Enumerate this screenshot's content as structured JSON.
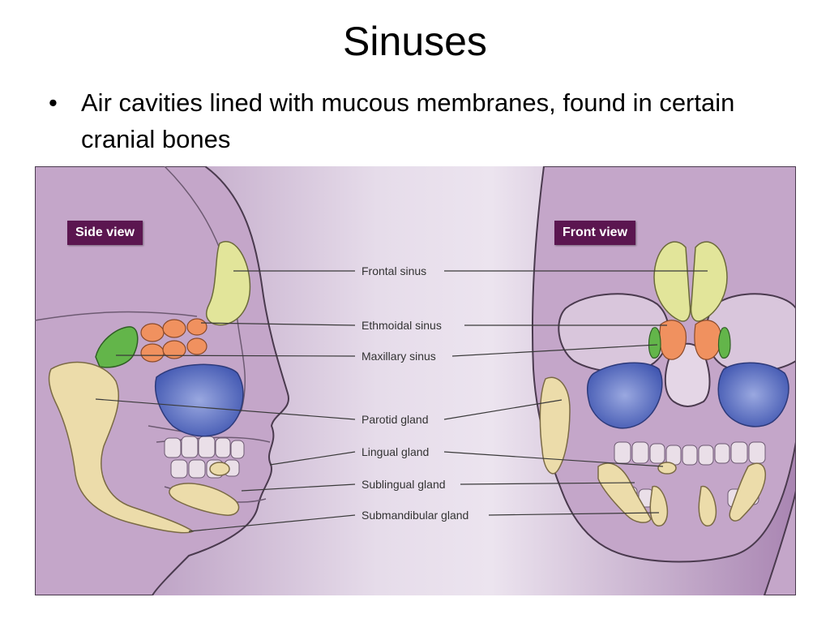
{
  "slide": {
    "title": "Sinuses",
    "bullets": [
      "Air cavities lined with mucous membranes, found in certain cranial bones"
    ]
  },
  "figure": {
    "side_view_label": "Side view",
    "front_view_label": "Front view",
    "labels": {
      "frontal_sinus": "Frontal sinus",
      "ethmoidal_sinus": "Ethmoidal sinus",
      "maxillary_sinus": "Maxillary sinus",
      "parotid_gland": "Parotid gland",
      "lingual_gland": "Lingual gland",
      "sublingual_gland": "Sublingual gland",
      "submandibular_gland": "Submandibular gland"
    },
    "colors": {
      "background": "#b18ab8",
      "frontal_sinus": "#e2e59a",
      "ethmoidal_sinus": "#f0915f",
      "maxillary_sinus": "#4a62b8",
      "sphenoid_sinus": "#63b54a",
      "gland": "#ecdcaa",
      "badge": "#5b1650"
    }
  }
}
